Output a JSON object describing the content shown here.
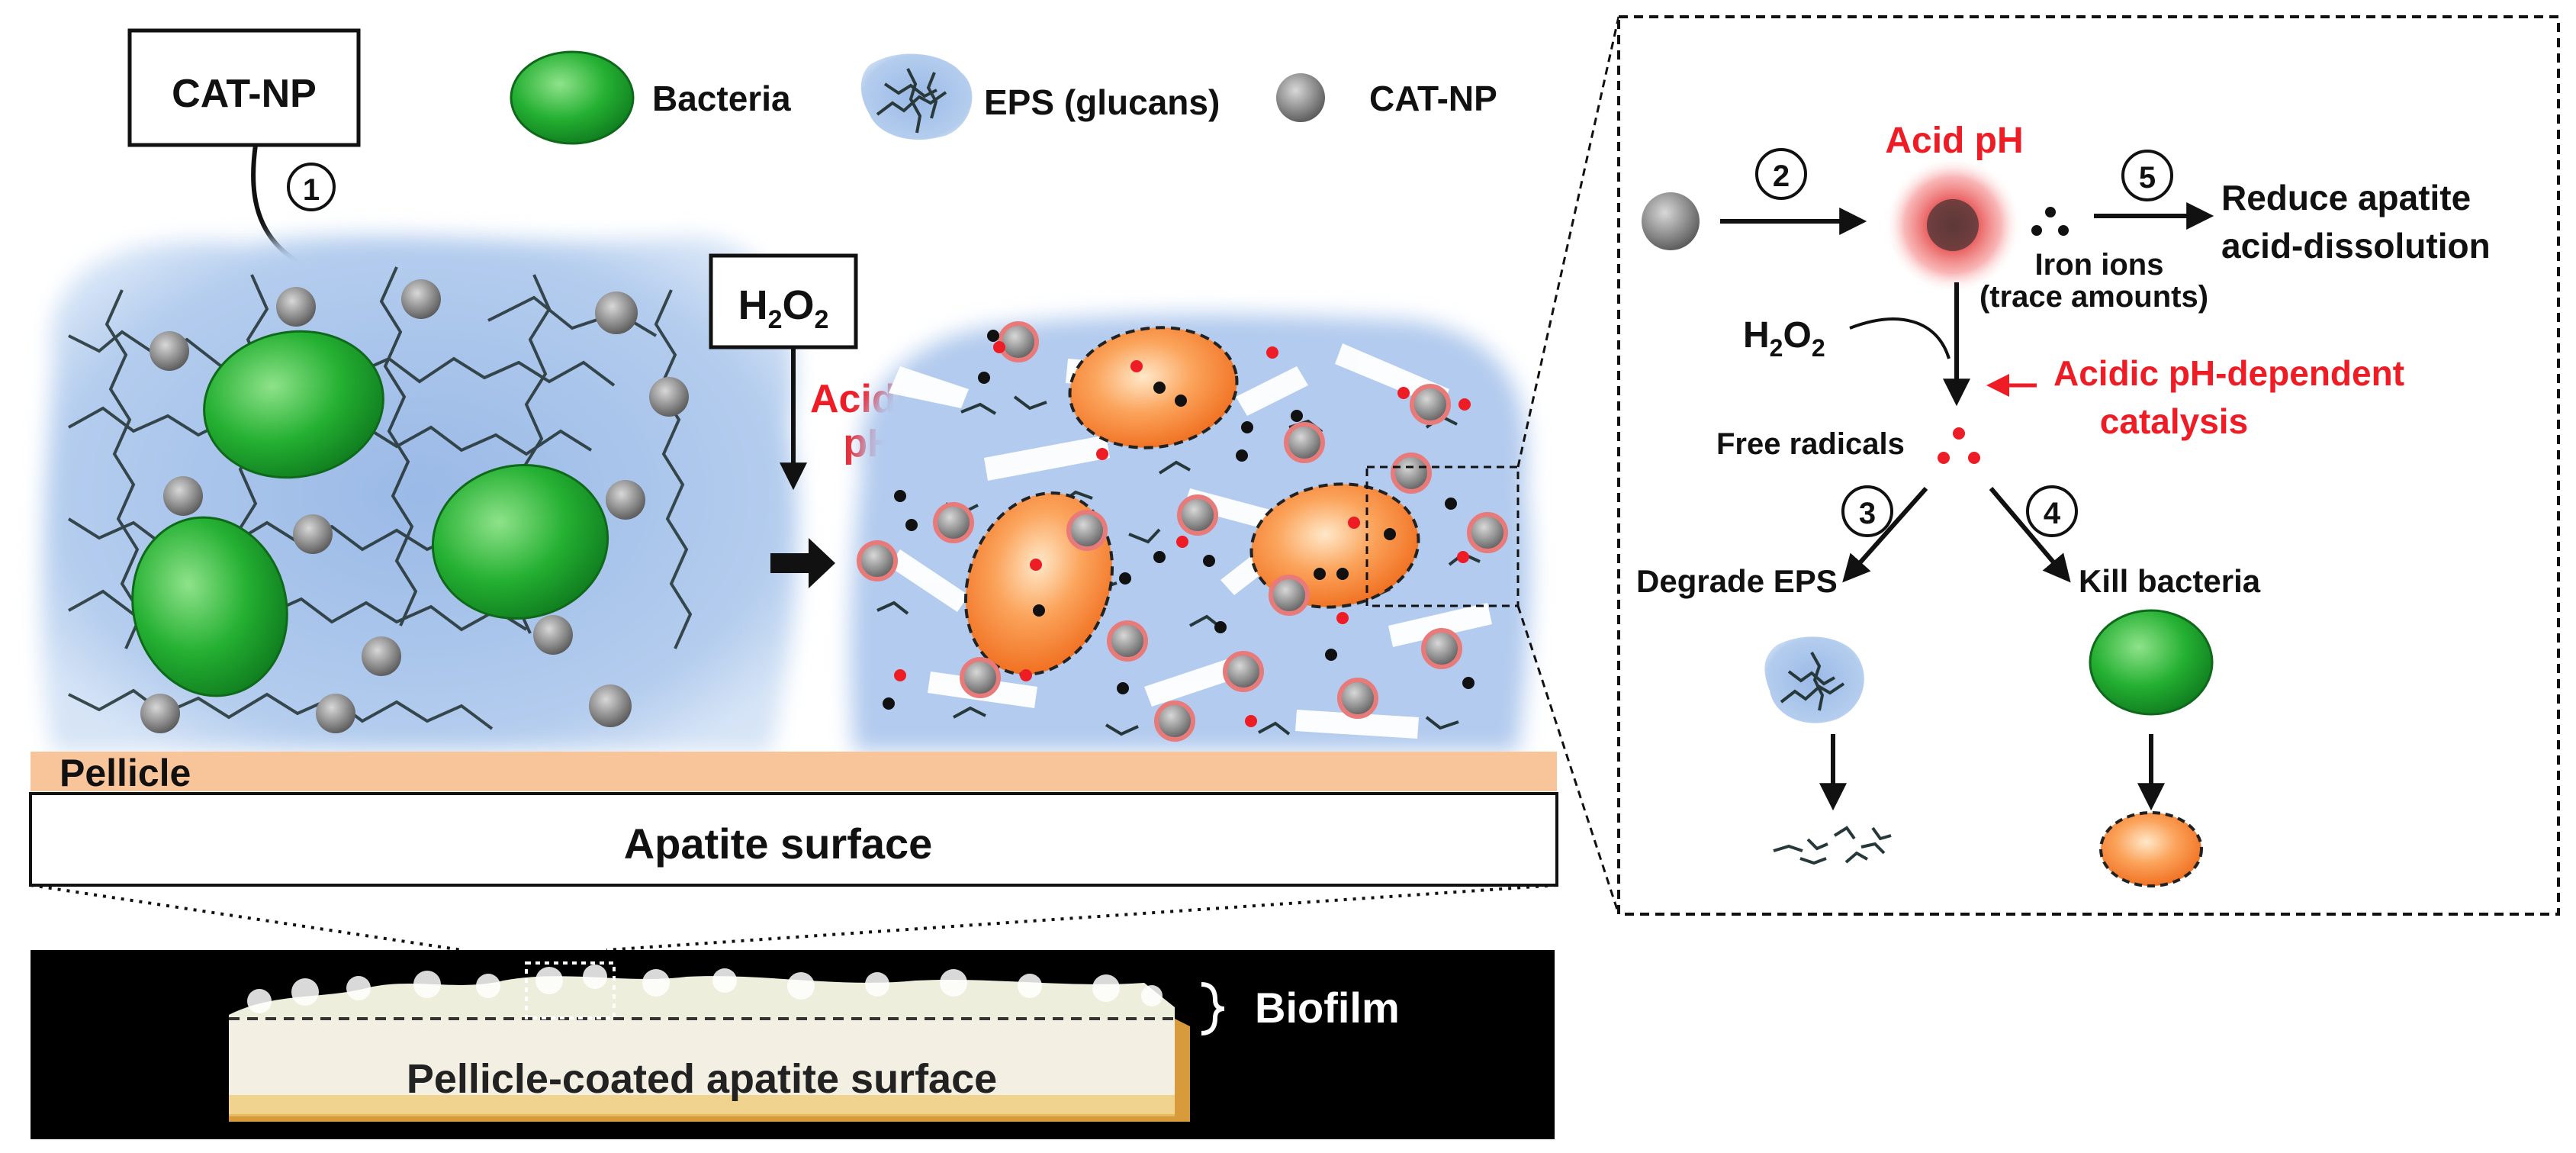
{
  "legend": {
    "box_label": "CAT-NP",
    "bacteria_label": "Bacteria",
    "eps_label": "EPS (glucans)",
    "catnp_label": "CAT-NP"
  },
  "steps": {
    "s1": "1",
    "s2": "2",
    "s3": "3",
    "s4": "4",
    "s5": "5"
  },
  "left": {
    "h2o2_box": {
      "h": "H",
      "sub2": "2",
      "o": "O",
      "sub2b": "2"
    },
    "acidic_line1": "Acidic",
    "acidic_line2": "pH",
    "pellicle": "Pellicle",
    "apatite_surface": "Apatite surface"
  },
  "bottom": {
    "biofilm": "Biofilm",
    "pellicle_coated": "Pellicle-coated apatite surface"
  },
  "zoom": {
    "acid_ph": "Acid pH",
    "iron_ions": "Iron ions",
    "trace_amounts": "(trace amounts)",
    "reduce_line1": "Reduce apatite",
    "reduce_line2": "acid-dissolution",
    "h2o2": {
      "h": "H",
      "sub2": "2",
      "o": "O",
      "sub2b": "2"
    },
    "catalysis_line1": "Acidic pH-dependent",
    "catalysis_line2": "catalysis",
    "free_radicals": "Free radicals",
    "degrade_eps": "Degrade EPS",
    "kill_bacteria": "Kill bacteria"
  },
  "colors": {
    "bacteria_green": "#1fa22e",
    "dead_orange": "#f47a22",
    "eps_blue": "#a9c6ec",
    "pellicle": "#f8c49a",
    "accent_red": "#ee1c24"
  }
}
